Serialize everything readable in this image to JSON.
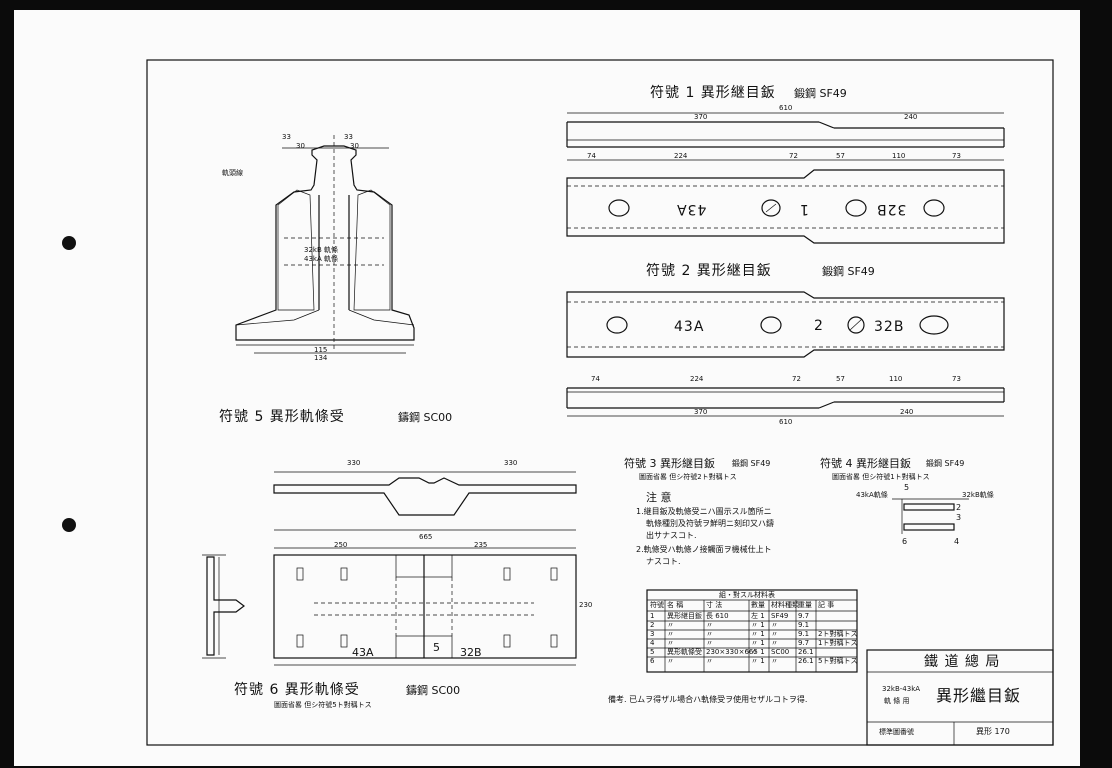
{
  "part1": {
    "title": "符號 1 異形継目鈑",
    "material": "鍛鋼 SF49",
    "dims_top": {
      "total": "610",
      "left": "370",
      "right": "240"
    },
    "dims_bottom": [
      "74",
      "224",
      "72",
      "57",
      "110",
      "73"
    ],
    "marks": {
      "left": "43A",
      "right": "32B",
      "center": "1"
    }
  },
  "part2": {
    "title": "符號 2 異形継目鈑",
    "material": "鍛鋼 SF49",
    "dims_bottom": [
      "74",
      "224",
      "72",
      "57",
      "110",
      "73"
    ],
    "dims_total": {
      "total": "610",
      "left": "370",
      "right": "240"
    },
    "marks": {
      "left": "43A",
      "right": "32B",
      "center": "2"
    }
  },
  "part3": {
    "title": "符號 3 異形継目鈑",
    "material": "鍛鋼 SF49",
    "note": "圖面省畧 但シ符號2ト對稱トス"
  },
  "part4": {
    "title": "符號 4 異形継目鈑",
    "material": "鍛鋼 SF49",
    "note": "圖面省畧 但シ符號1ト對稱トス",
    "rail_left": "43kA軌條",
    "rail_right": "32kB軌條",
    "nums": [
      "5",
      "2",
      "3",
      "6",
      "4"
    ]
  },
  "part5": {
    "title": "符號 5 異形軌條受",
    "material": "鑄鋼 SC00",
    "dims": {
      "a": "33",
      "b": "33",
      "c": "30",
      "d": "30",
      "w1": "115",
      "w2": "134"
    },
    "rail_label": "軌頭線",
    "inner1": "32kB 軌條",
    "inner2": "43kA 軌條"
  },
  "part6": {
    "title": "符號 6 異形軌條受",
    "material": "鑄鋼 SC00",
    "note": "圖面省畧 但シ符號5ト對稱トス",
    "dims": {
      "top_l": "330",
      "top_r": "330",
      "mid": "665",
      "l": "250",
      "r": "235",
      "h": "230"
    },
    "marks": {
      "left": "43A",
      "right": "32B",
      "center": "5"
    }
  },
  "notes": {
    "heading": "注 意",
    "lines": [
      "1.継目鈑及軌條受ニハ圖示スル箇所ニ",
      "軌條種別及符號ヲ鮮明ニ刻印又ハ鑄",
      "出サナスコト.",
      "2.軌條受ハ軌條ノ接觸面ヲ機械仕上ト",
      "ナスコト."
    ]
  },
  "bom": {
    "title": "組・對スル材料表",
    "headers": [
      "符號",
      "名 稱",
      "寸 法",
      "數量",
      "材料種類",
      "重量",
      "記 事"
    ],
    "rows": [
      [
        "1",
        "異形継目鈑",
        "長 610",
        "左 1",
        "SF49",
        "9.7",
        ""
      ],
      [
        "2",
        "〃",
        "〃",
        "〃 1",
        "〃",
        "9.1",
        ""
      ],
      [
        "3",
        "〃",
        "〃",
        "〃 1",
        "〃",
        "9.1",
        "2ト對稱トス"
      ],
      [
        "4",
        "〃",
        "〃",
        "〃 1",
        "〃",
        "9.7",
        "1ト對稱トス"
      ],
      [
        "5",
        "異形軌條受",
        "230×330×665",
        "〃 1",
        "SC00",
        "26.1",
        ""
      ],
      [
        "6",
        "〃",
        "〃",
        "〃 1",
        "〃",
        "26.1",
        "5ト對稱トス"
      ]
    ]
  },
  "remark": "備考. 已ムヲ得ザル場合ハ軌條受ヲ使用セザルコトヲ得.",
  "titleblock": {
    "org": "鐵 道 總 局",
    "subtitle_top": "32kB-43kA",
    "subtitle_bottom": "軌 條 用",
    "title": "異形繼目鈑",
    "stdlabel": "標準圖番號",
    "number": "異形 170"
  }
}
